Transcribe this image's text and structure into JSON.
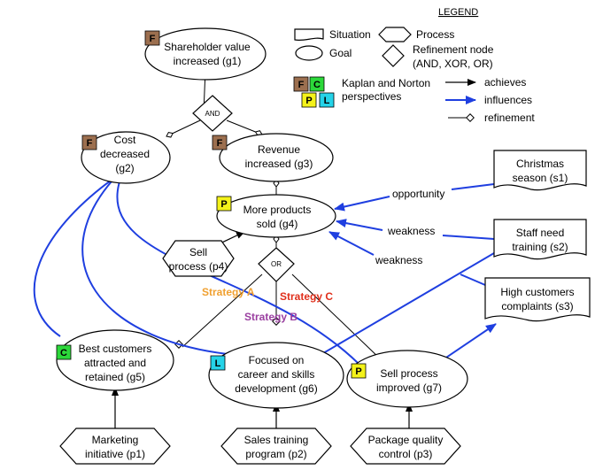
{
  "legend": {
    "title": "LEGEND",
    "situation": "Situation",
    "process": "Process",
    "goal": "Goal",
    "refinement_node": [
      "Refinement node",
      "(AND, XOR, OR)"
    ],
    "perspectives": [
      "Kaplan and Norton",
      "perspectives"
    ],
    "achieves": "achieves",
    "influences": "influences",
    "refinement": "refinement",
    "badges": [
      "F",
      "C",
      "P",
      "L"
    ]
  },
  "colors": {
    "F": "#9c6f4f",
    "C": "#2cd83a",
    "P": "#f4f21a",
    "L": "#25d3e8",
    "influence": "#1f3fe0",
    "strategy_a": "#f0a030",
    "strategy_b": "#9a3fa0",
    "strategy_c": "#e0301c"
  },
  "goals": {
    "g1": [
      "Shareholder value",
      "increased (g1)"
    ],
    "g2": [
      "Cost",
      "decreased",
      "(g2)"
    ],
    "g3": [
      "Revenue",
      "increased (g3)"
    ],
    "g4": [
      "More products",
      "sold (g4)"
    ],
    "g5": [
      "Best customers",
      "attracted and",
      "retained (g5)"
    ],
    "g6": [
      "Focused on",
      "career and skills",
      "development (g6)"
    ],
    "g7": [
      "Sell process",
      "improved (g7)"
    ]
  },
  "situations": {
    "s1": [
      "Christmas",
      "season (s1)"
    ],
    "s2": [
      "Staff need",
      "training (s2)"
    ],
    "s3": [
      "High customers",
      "complaints (s3)"
    ]
  },
  "processes": {
    "p1": [
      "Marketing",
      "initiative (p1)"
    ],
    "p2": [
      "Sales training",
      "program (p2)"
    ],
    "p3": [
      "Package quality",
      "control (p3)"
    ],
    "p4": [
      "Sell",
      "process (p4)"
    ]
  },
  "refinements": {
    "and": "AND",
    "or": "OR"
  },
  "badges": {
    "g1": "F",
    "g2": "F",
    "g3": "F",
    "g4": "P",
    "g5": "C",
    "g6": "L",
    "g7": "P"
  },
  "edge_labels": {
    "opportunity": "opportunity",
    "weakness1": "weakness",
    "weakness2": "weakness"
  },
  "strategies": {
    "a": "Strategy A",
    "b": "Strategy B",
    "c": "Strategy C"
  }
}
